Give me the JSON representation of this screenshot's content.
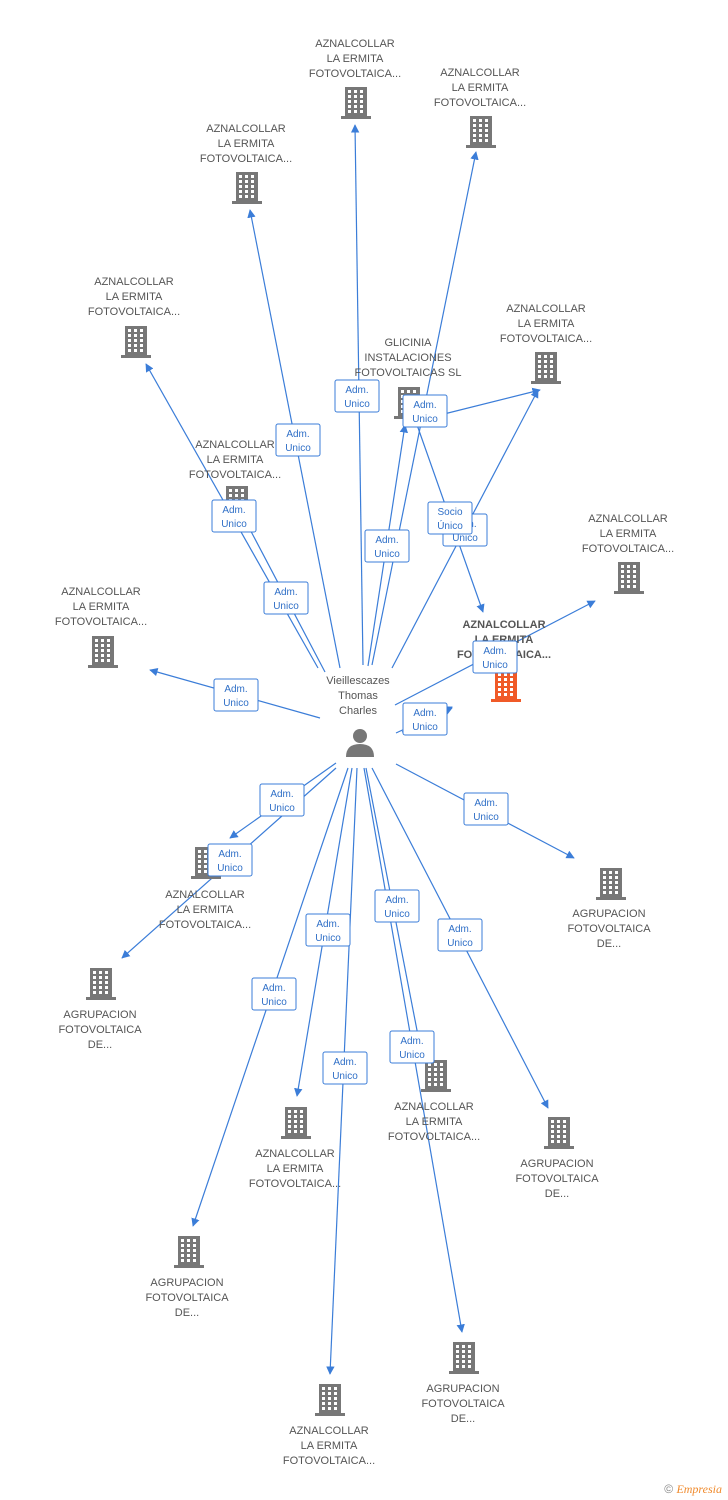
{
  "colors": {
    "edge": "#3b7dd8",
    "building": "#777777",
    "focus_building": "#f05a28",
    "person": "#777777"
  },
  "center": {
    "name_lines": [
      "Vieillescazes",
      "Thomas",
      "Charles"
    ],
    "icon": "person-icon"
  },
  "nodes": [
    {
      "id": "n1",
      "lines": [
        "AZNALCOLLAR",
        "LA ERMITA",
        "FOTOVOLTAICA..."
      ],
      "focus": false
    },
    {
      "id": "n2",
      "lines": [
        "AZNALCOLLAR",
        "LA ERMITA",
        "FOTOVOLTAICA..."
      ],
      "focus": false
    },
    {
      "id": "n3",
      "lines": [
        "AZNALCOLLAR",
        "LA ERMITA",
        "FOTOVOLTAICA..."
      ],
      "focus": false
    },
    {
      "id": "n4",
      "lines": [
        "AZNALCOLLAR",
        "LA ERMITA",
        "FOTOVOLTAICA..."
      ],
      "focus": false
    },
    {
      "id": "n5",
      "lines": [
        "AZNALCOLLAR",
        "LA ERMITA",
        "FOTOVOLTAICA..."
      ],
      "focus": false
    },
    {
      "id": "n6",
      "lines": [
        "GLICINIA",
        "INSTALACIONES",
        "FOTOVOLTAICAS SL"
      ],
      "focus": false
    },
    {
      "id": "n7",
      "lines": [
        "AZNALCOLLAR",
        "LA ERMITA",
        "FOTOVOLTAICA..."
      ],
      "focus": false
    },
    {
      "id": "n8",
      "lines": [
        "AZNALCOLLAR",
        "LA ERMITA",
        "FOTOVOLTAICA..."
      ],
      "focus": false
    },
    {
      "id": "n9",
      "lines": [
        "AZNALCOLLAR",
        "LA ERMITA",
        "FOTOVOLTAICA..."
      ],
      "focus": false
    },
    {
      "id": "n10",
      "lines": [
        "AZNALCOLLAR",
        "LA ERMITA",
        "FOTOVOLTAICA..."
      ],
      "focus": true
    },
    {
      "id": "n11",
      "lines": [
        "AZNALCOLLAR",
        "LA ERMITA",
        "FOTOVOLTAICA..."
      ],
      "focus": false
    },
    {
      "id": "n12",
      "lines": [
        "AGRUPACION",
        "FOTOVOLTAICA",
        "DE..."
      ],
      "focus": false
    },
    {
      "id": "n13",
      "lines": [
        "AGRUPACION",
        "FOTOVOLTAICA",
        "DE..."
      ],
      "focus": false
    },
    {
      "id": "n14",
      "lines": [
        "AZNALCOLLAR",
        "LA ERMITA",
        "FOTOVOLTAICA..."
      ],
      "focus": false
    },
    {
      "id": "n15",
      "lines": [
        "AZNALCOLLAR",
        "LA ERMITA",
        "FOTOVOLTAICA..."
      ],
      "focus": false
    },
    {
      "id": "n16",
      "lines": [
        "AGRUPACION",
        "FOTOVOLTAICA",
        "DE..."
      ],
      "focus": false
    },
    {
      "id": "n17",
      "lines": [
        "AGRUPACION",
        "FOTOVOLTAICA",
        "DE..."
      ],
      "focus": false
    },
    {
      "id": "n18",
      "lines": [
        "AGRUPACION",
        "FOTOVOLTAICA",
        "DE..."
      ],
      "focus": false
    },
    {
      "id": "n19",
      "lines": [
        "AZNALCOLLAR",
        "LA ERMITA",
        "FOTOVOLTAICA..."
      ],
      "focus": false
    }
  ],
  "edges": [
    {
      "from": "center",
      "to": "n1",
      "label": [
        "Adm.",
        "Unico"
      ]
    },
    {
      "from": "center",
      "to": "n2",
      "label": [
        "Adm.",
        "Unico"
      ]
    },
    {
      "from": "center",
      "to": "n3",
      "label": [
        "Adm.",
        "Unico"
      ]
    },
    {
      "from": "center",
      "to": "n4",
      "label": [
        "Adm.",
        "Unico"
      ]
    },
    {
      "from": "center",
      "to": "n5",
      "label": [
        "Adm.",
        "Unico"
      ]
    },
    {
      "from": "center",
      "to": "n6",
      "label": [
        "Adm.",
        "Unico"
      ]
    },
    {
      "from": "center",
      "to": "n7",
      "label": [
        "Adm.",
        "Unico"
      ]
    },
    {
      "from": "center",
      "to": "n8",
      "label": [
        "Adm.",
        "Unico"
      ]
    },
    {
      "from": "center",
      "to": "n9",
      "label": [
        "Adm.",
        "Unico"
      ]
    },
    {
      "from": "center",
      "to": "n10",
      "label": [
        "Adm.",
        "Unico"
      ]
    },
    {
      "from": "n6",
      "to": "n10",
      "label": [
        "Socio",
        "Único"
      ]
    },
    {
      "from": "n6",
      "to": "n5",
      "label": [
        "Adm.",
        "Unico"
      ]
    },
    {
      "from": "center",
      "to": "n11",
      "label": [
        "Adm.",
        "Unico"
      ]
    },
    {
      "from": "center",
      "to": "n12",
      "label": [
        "Adm.",
        "Unico"
      ]
    },
    {
      "from": "center",
      "to": "n13",
      "label": [
        "Adm.",
        "Unico"
      ]
    },
    {
      "from": "center",
      "to": "n14",
      "label": [
        "Adm.",
        "Unico"
      ]
    },
    {
      "from": "center",
      "to": "n15",
      "label": [
        "Adm.",
        "Unico"
      ]
    },
    {
      "from": "center",
      "to": "n16",
      "label": [
        "Adm.",
        "Unico"
      ]
    },
    {
      "from": "center",
      "to": "n17",
      "label": [
        "Adm.",
        "Unico"
      ]
    },
    {
      "from": "center",
      "to": "n18",
      "label": [
        "Adm.",
        "Unico"
      ]
    },
    {
      "from": "center",
      "to": "n19",
      "label": [
        "Adm.",
        "Unico"
      ]
    },
    {
      "from": "n10",
      "to": "n11",
      "label": [
        "Adm.",
        "Unico"
      ]
    }
  ],
  "footer": {
    "copyright": "©",
    "brand": "Empresia"
  }
}
